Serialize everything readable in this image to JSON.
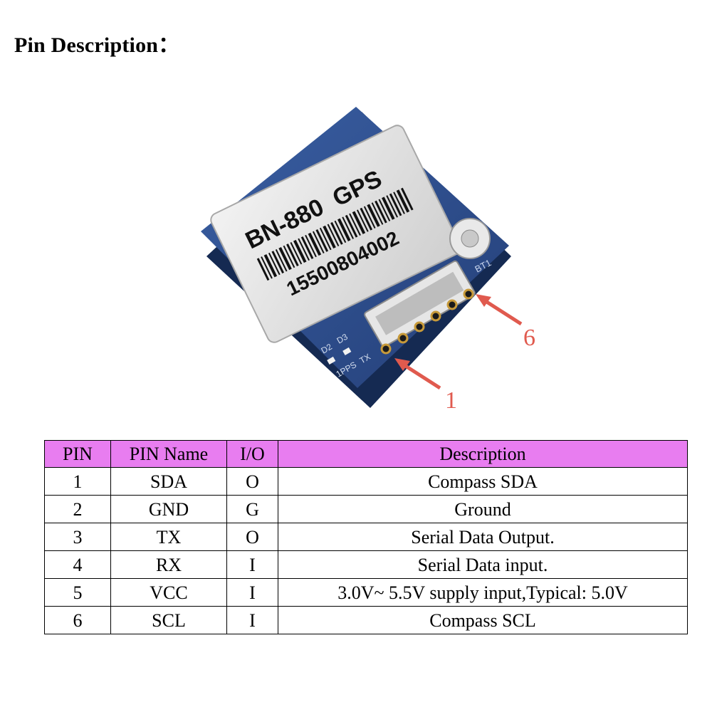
{
  "page": {
    "title": "Pin Description："
  },
  "figure": {
    "module_label": "BN-880  GPS",
    "serial": "15500804002",
    "pcb_labels": {
      "led_d2": "D2",
      "led_d3": "D3",
      "pps": "1PPS",
      "tx": "TX",
      "batt": "BT1"
    },
    "callouts": {
      "pin_first": "1",
      "pin_last": "6"
    },
    "colors": {
      "pcb": "#2d4f8f",
      "shield": "#dcdcdc",
      "arrow": "#e05a4e",
      "header_fill": "#e87df0"
    }
  },
  "table": {
    "headers": {
      "pin": "PIN",
      "name": "PIN Name",
      "io": "I/O",
      "desc": "Description"
    },
    "rows": [
      {
        "pin": "1",
        "name": "SDA",
        "io": "O",
        "desc": "Compass SDA"
      },
      {
        "pin": "2",
        "name": "GND",
        "io": "G",
        "desc": "Ground"
      },
      {
        "pin": "3",
        "name": "TX",
        "io": "O",
        "desc": "Serial Data Output."
      },
      {
        "pin": "4",
        "name": "RX",
        "io": "I",
        "desc": "Serial Data input."
      },
      {
        "pin": "5",
        "name": "VCC",
        "io": "I",
        "desc": "3.0V~ 5.5V supply input,Typical: 5.0V"
      },
      {
        "pin": "6",
        "name": "SCL",
        "io": "I",
        "desc": "Compass SCL"
      }
    ]
  }
}
